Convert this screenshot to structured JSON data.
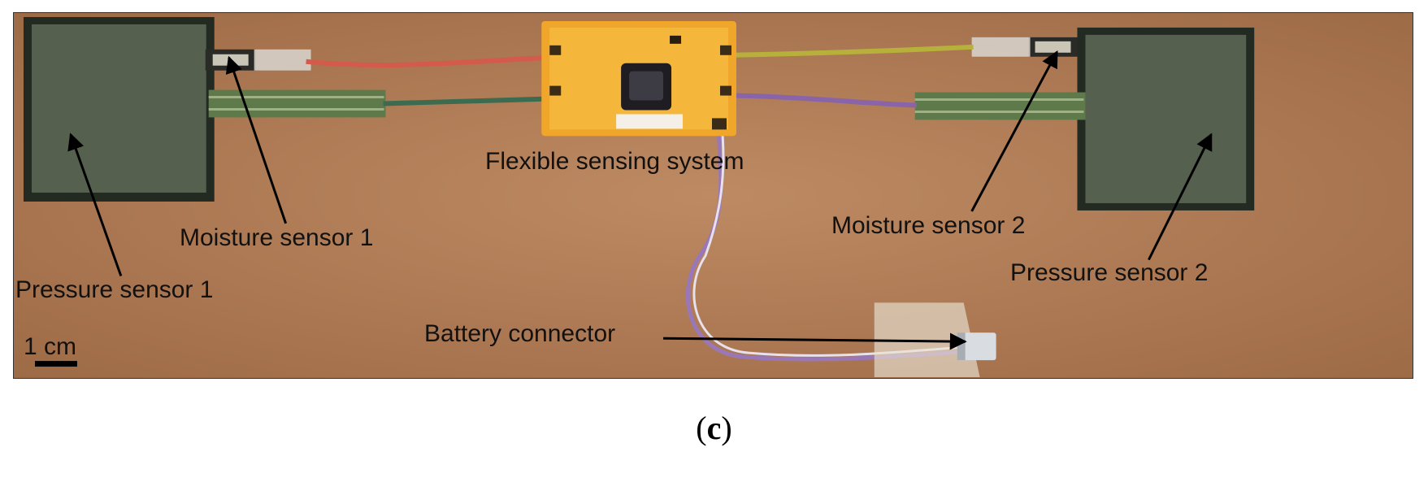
{
  "labels": {
    "flexible_system": "Flexible sensing system",
    "moisture_1": "Moisture sensor 1",
    "pressure_1": "Pressure sensor 1",
    "moisture_2": "Moisture sensor 2",
    "pressure_2": "Pressure sensor 2",
    "battery_connector": "Battery connector",
    "scale": "1 cm"
  },
  "caption": {
    "open": "(",
    "letter": "c",
    "close": ")"
  },
  "colors": {
    "background_board": "#b07a55",
    "sensor_pad": "#4f5b4c",
    "pcb": "#f0a52b",
    "wire_red": "#d45a4c",
    "wire_green": "#3c6b50",
    "wire_yellow": "#b7b13c",
    "wire_purple": "#8a64a8"
  }
}
